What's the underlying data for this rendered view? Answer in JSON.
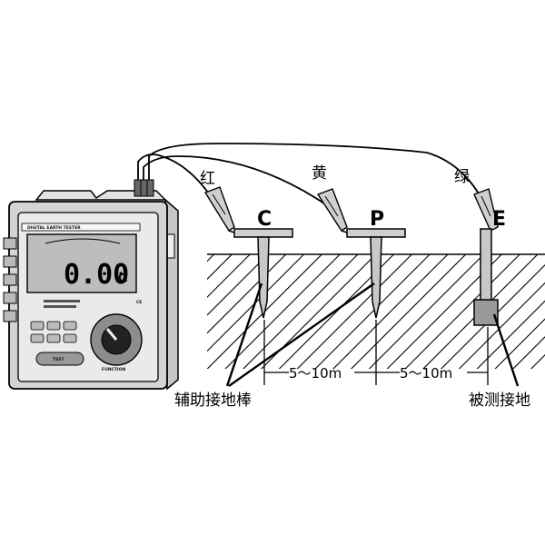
{
  "meter": {
    "panel_title": "DIGITAL EARTH TESTER",
    "display_value": "0.00",
    "display_unit": "Ω",
    "function_label": "FUNCTION",
    "button_label": "TEST",
    "ce_mark": "CE"
  },
  "wires": {
    "red": "红",
    "yellow": "黄",
    "green": "绿"
  },
  "electrodes": {
    "c": "C",
    "p": "P",
    "e": "E"
  },
  "distances": {
    "first": "5～10m",
    "second": "5～10m"
  },
  "notes": {
    "aux_rods": "辅助接地棒",
    "under_test": "被测接地"
  }
}
